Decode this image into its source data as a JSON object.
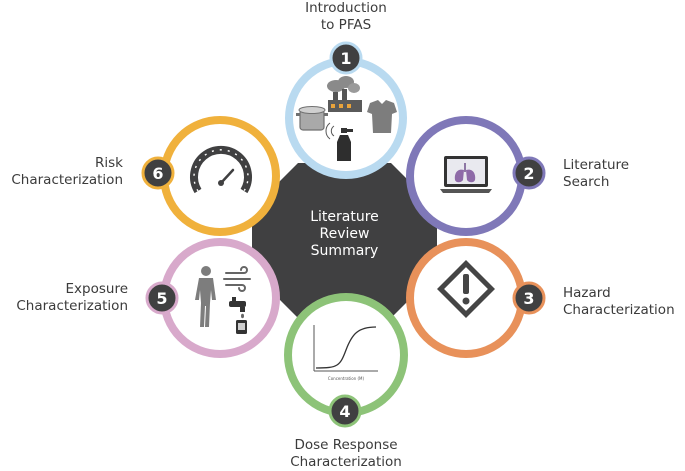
{
  "center": {
    "lines": [
      "Literature",
      "Review",
      "Summary"
    ],
    "color": "#404041"
  },
  "steps": [
    {
      "number": "1",
      "lines": [
        "Introduction",
        "to PFAS"
      ],
      "ring_color": "#b9daf0"
    },
    {
      "number": "2",
      "lines": [
        "Literature",
        "Search"
      ],
      "ring_color": "#7f78b8"
    },
    {
      "number": "3",
      "lines": [
        "Hazard",
        "Characterization"
      ],
      "ring_color": "#e8915a"
    },
    {
      "number": "4",
      "lines": [
        "Dose Response",
        "Characterization"
      ],
      "ring_color": "#8dc378"
    },
    {
      "number": "5",
      "lines": [
        "Exposure",
        "Characterization"
      ],
      "ring_color": "#d8a9cb"
    },
    {
      "number": "6",
      "lines": [
        "Risk",
        "Characterization"
      ],
      "ring_color": "#f0b13c"
    }
  ],
  "icons": {
    "step1": [
      "factory-icon",
      "pot-icon",
      "tshirt-icon",
      "spray-bottle-icon"
    ],
    "step2": "laptop-lungs-icon",
    "step3": "hazard-warning-icon",
    "step4": "dose-response-curve-icon",
    "step5": [
      "human-body-icon",
      "wind-icon",
      "faucet-icon",
      "food-can-icon"
    ],
    "step6": "gauge-icon"
  },
  "dose_curve_axis": {
    "xlabel": "Concentration (M)"
  }
}
